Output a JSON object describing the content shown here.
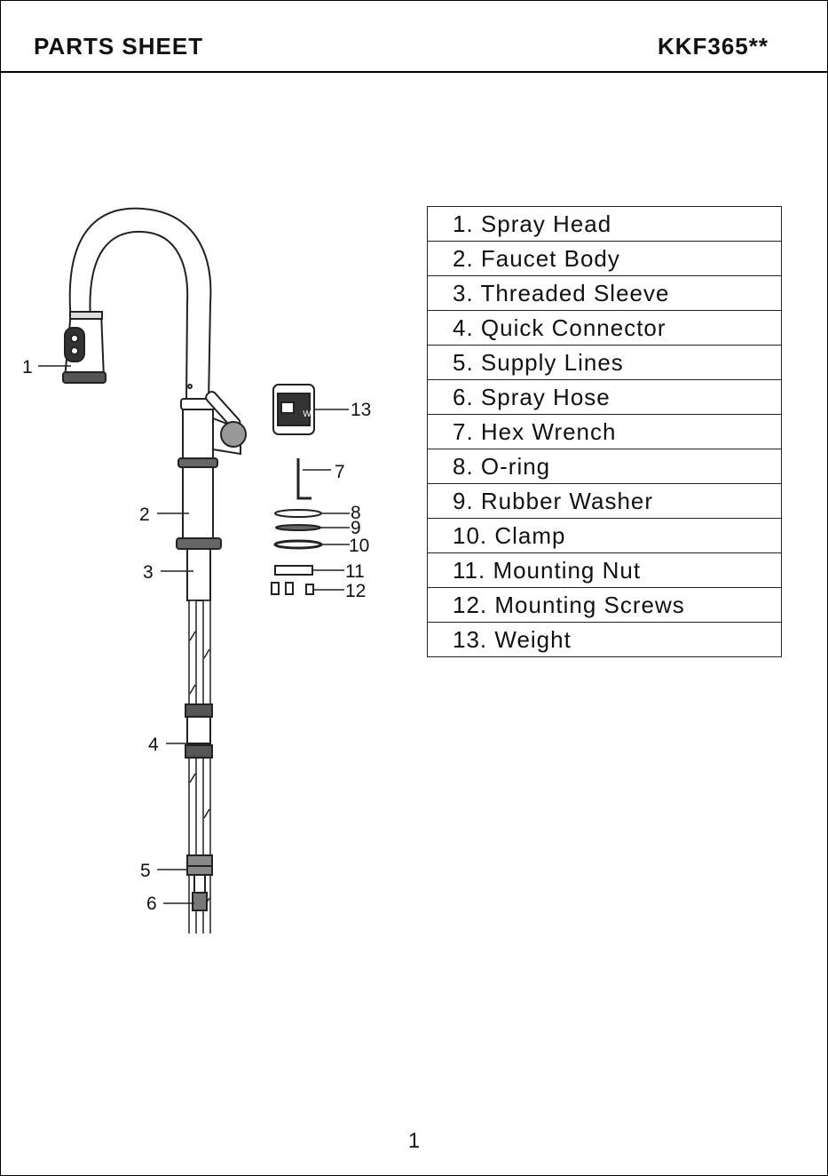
{
  "header": {
    "title": "PARTS SHEET",
    "model": "KKF365**"
  },
  "parts": [
    {
      "label": "1. Spray Head"
    },
    {
      "label": "2. Faucet Body"
    },
    {
      "label": "3. Threaded Sleeve"
    },
    {
      "label": "4. Quick Connector"
    },
    {
      "label": "5. Supply Lines"
    },
    {
      "label": "6. Spray Hose"
    },
    {
      "label": "7. Hex Wrench"
    },
    {
      "label": "8. O-ring"
    },
    {
      "label": "9. Rubber Washer"
    },
    {
      "label": "10. Clamp"
    },
    {
      "label": "11. Mounting Nut"
    },
    {
      "label": "12. Mounting Screws"
    },
    {
      "label": "13. Weight"
    }
  ],
  "callouts": [
    "1",
    "2",
    "3",
    "4",
    "5",
    "6",
    "7",
    "8",
    "9",
    "10",
    "11",
    "12",
    "13"
  ],
  "weight_mark": "W",
  "footer": {
    "page_number": "1"
  }
}
